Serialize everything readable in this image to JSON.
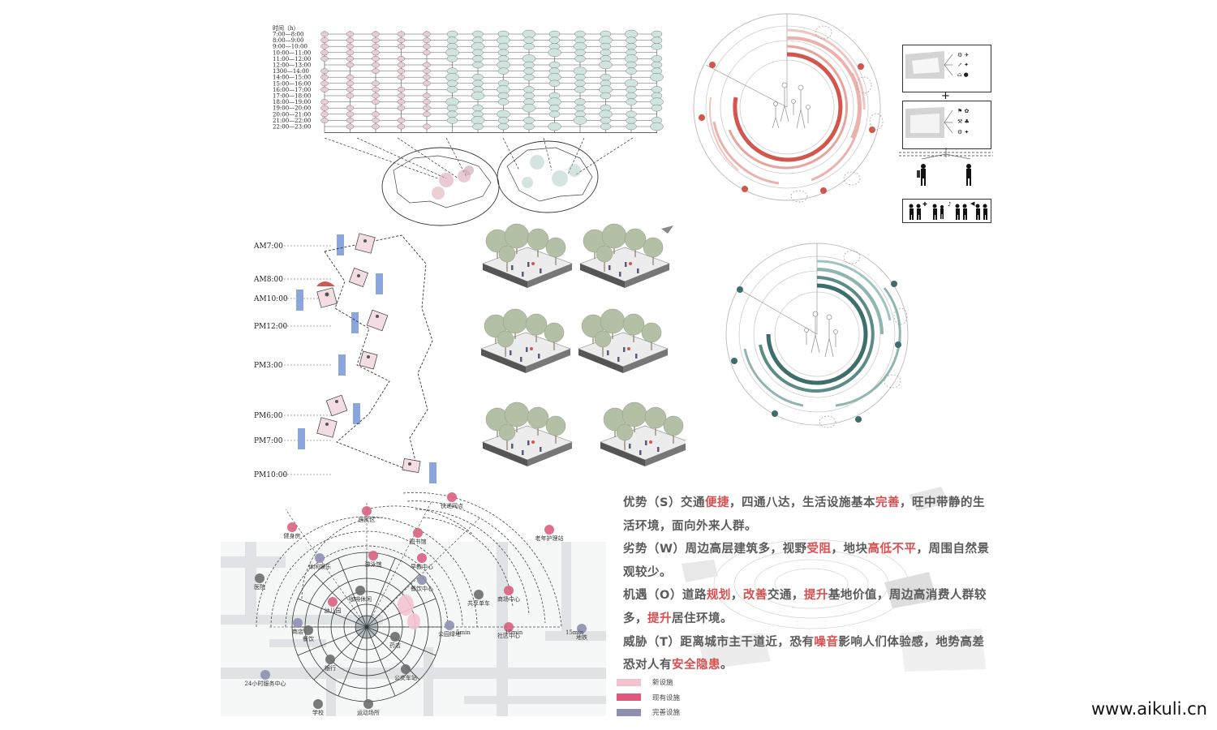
{
  "colors": {
    "pink": "#d8a0ab",
    "red": "#d2564e",
    "light_red": "#ebb2ad",
    "teal": "#3d6e6c",
    "light_teal": "#9ec4c1",
    "mint": "#c9e0dc",
    "blue_bar": "#8aa6dc",
    "map_road": "#dfe3e6",
    "dark_gray": "#555555"
  },
  "schedule": {
    "header": "时间（h）",
    "times": [
      "7:00—8:00",
      "8:00—9:00",
      "9:00—10:00",
      "10:00—11:00",
      "11:00—12:00",
      "12:00—13:00",
      "1300—14:00",
      "14:00—15:00",
      "15:00—16:00",
      "16:00—17:00",
      "17:00—18:00",
      "18:00—19:00",
      "19:00—20:00",
      "20:00—21:00",
      "21:00—22:00",
      "22:00—23:00"
    ]
  },
  "daily": {
    "labels": [
      "AM7:00",
      "AM8:00",
      "AM10:00",
      "PM12:00",
      "PM3:00",
      "PM6:00",
      "PM7:00",
      "PM10:00"
    ]
  },
  "facility_map": {
    "labels": [
      "居民区",
      "快递网点",
      "健身房",
      "老年护理站",
      "图书馆",
      "游泳馆",
      "休闲娱乐",
      "医院",
      "咖啡休闲",
      "餐饮中心",
      "早教中心",
      "幼儿园",
      "商店",
      "共享单车",
      "药店",
      "公园绿地",
      "公交车站",
      "商场中心",
      "社区中心",
      "餐饮",
      "银行",
      "24小时服务中心",
      "学校",
      "运动场所",
      "地铁"
    ],
    "distances": [
      "5min",
      "10min",
      "15min"
    ]
  },
  "swot": {
    "s_1": "优势（S）交通",
    "s_2": "便捷",
    "s_3": "，四通八达，生活设施基本",
    "s_4": "完善",
    "s_5": "，旺中带静的生活环境，面向外来人群。",
    "w_1": "劣势（W）周边高层建筑多，视野",
    "w_2": "受阻",
    "w_3": "，地块",
    "w_4": "高低不平",
    "w_5": "，周围自然景观较少。",
    "o_1": "机遇（O）道路",
    "o_2": "规划",
    "o_3": "，",
    "o_4": "改善",
    "o_5": "交通，",
    "o_6": "提升",
    "o_7": "基地价值，周边高消费人群较多，",
    "o_8": "提升",
    "o_9": "居住环境。",
    "t_1": "威胁（T）距离城市主干道近，恐有",
    "t_2": "噪音",
    "t_3": "影响人们体验感，地势高差恐对人有",
    "t_4": "安全隐患",
    "t_5": "。"
  },
  "legend": [
    {
      "label": "新设施",
      "color": "#f4c3d0"
    },
    {
      "label": "现有设施",
      "color": "#e0577a"
    },
    {
      "label": "完善设施",
      "color": "#8e8fb0"
    }
  ],
  "watermark": "www.aikuli.cn"
}
